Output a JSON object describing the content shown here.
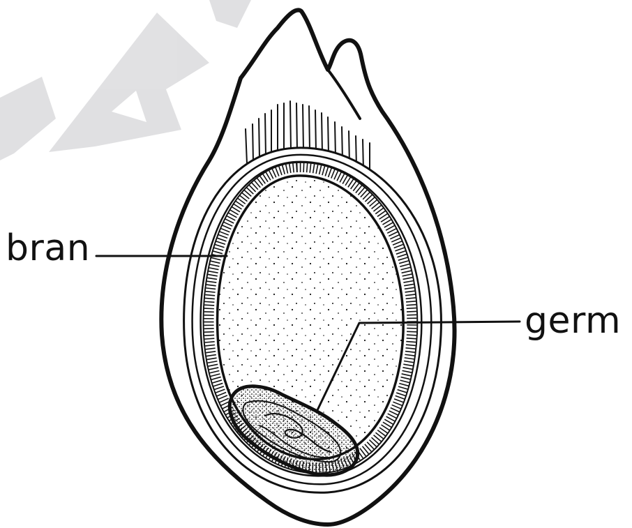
{
  "diagram": {
    "labels": {
      "bran": "bran",
      "germ": "germ"
    },
    "watermark": "SAMPLE",
    "colors": {
      "ink": "#111111",
      "watermark": "#c8c8cc",
      "background": "#ffffff"
    }
  }
}
